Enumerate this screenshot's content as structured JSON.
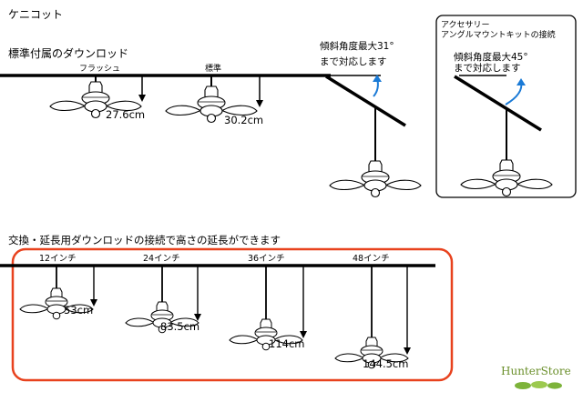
{
  "title": "ケニコット",
  "standard_section": {
    "heading": "標準付属のダウンロッド",
    "flush": {
      "label": "フラッシュ",
      "length": "27.6cm"
    },
    "standard": {
      "label": "標準",
      "length": "30.2cm"
    },
    "slope_note_line1": "傾斜角度最大31°",
    "slope_note_line2": "まで対応します"
  },
  "accessory_box": {
    "title_line1": "アクセサリー",
    "title_line2": "アングルマウントキットの接続",
    "slope_note_line1": "傾斜角度最大45°",
    "slope_note_line2": "まで対応します"
  },
  "extension_section": {
    "heading": "交換・延長用ダウンロッドの接続で高さの延長ができます",
    "rods": [
      {
        "label": "12インチ",
        "length": "53cm"
      },
      {
        "label": "24インチ",
        "length": "83.5cm"
      },
      {
        "label": "36インチ",
        "length": "114cm"
      },
      {
        "label": "48インチ",
        "length": "144.5cm"
      }
    ]
  },
  "brand": {
    "name": "HunterStore"
  },
  "colors": {
    "line": "#000000",
    "highlight_frame": "#e8421e",
    "arrow_blue": "#1a7ad6",
    "brand_text": "#6a8f2a",
    "brand_leaf": "#7db33a"
  }
}
